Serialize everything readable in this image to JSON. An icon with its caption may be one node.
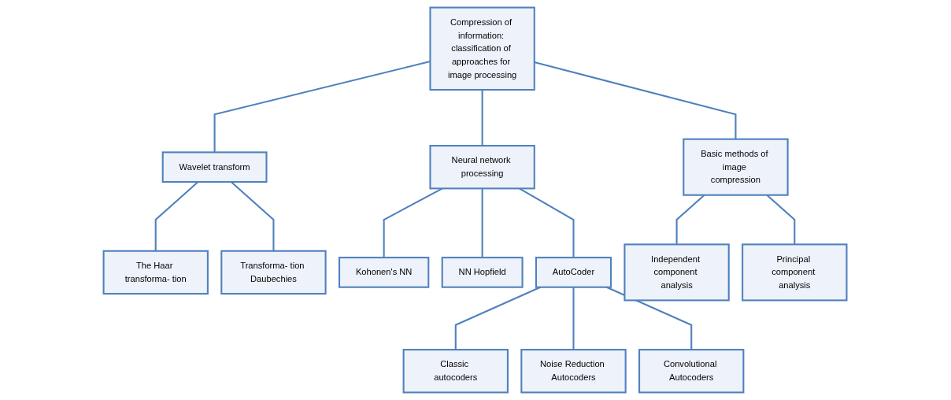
{
  "diagram": {
    "nodes": [
      {
        "text": [
          "Compression of information: classification of approaches for image processing"
        ]
      },
      {
        "text": [
          "Wavelet transform"
        ]
      },
      {
        "text": [
          "Neural network processing"
        ]
      },
      {
        "text": [
          "Basic methods of image compression"
        ]
      },
      {
        "text": [
          "The Haar transforma- tion"
        ]
      },
      {
        "text": [
          "Transforma- tion Daubechies"
        ]
      },
      {
        "text": [
          "Kohonen's NN"
        ]
      },
      {
        "text": [
          "NN Hopfield"
        ]
      },
      {
        "text": [
          "AutoCoder"
        ]
      },
      {
        "text": [
          "Independent component analysis"
        ]
      },
      {
        "text": [
          "Principal component analysis"
        ]
      },
      {
        "text": [
          "Classic autocoders"
        ]
      },
      {
        "text": [
          "Noise Reduction Autocoders"
        ]
      },
      {
        "text": [
          "Convolutional Autocoders"
        ]
      }
    ],
    "edges": [
      {
        "from": 0,
        "to": 1,
        "arrow": "none"
      },
      {
        "from": 0,
        "to": 2,
        "arrow": "none"
      },
      {
        "from": 0,
        "to": 3,
        "arrow": "none"
      },
      {
        "from": 1,
        "to": 4,
        "arrow": "none"
      },
      {
        "from": 1,
        "to": 5,
        "arrow": "none"
      },
      {
        "from": 2,
        "to": 6,
        "arrow": "none"
      },
      {
        "from": 2,
        "to": 7,
        "arrow": "none"
      },
      {
        "from": 2,
        "to": 8,
        "arrow": "none"
      },
      {
        "from": 3,
        "to": 9,
        "arrow": "none"
      },
      {
        "from": 3,
        "to": 10,
        "arrow": "none"
      },
      {
        "from": 8,
        "to": 11,
        "arrow": "none"
      },
      {
        "from": 8,
        "to": 12,
        "arrow": "none"
      },
      {
        "from": 8,
        "to": 13,
        "arrow": "none"
      }
    ]
  }
}
